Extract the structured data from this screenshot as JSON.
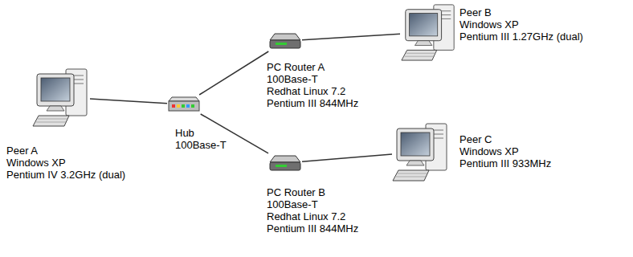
{
  "diagram": {
    "nodes": [
      {
        "text": [
          "Peer A",
          "Windows XP",
          "Pentium IV 3.2GHz (dual)"
        ]
      },
      {
        "text": [
          "Hub",
          "100Base-T"
        ]
      },
      {
        "text": [
          "PC Router A",
          "100Base-T",
          "Redhat Linux 7.2",
          "Pentium III 844MHz"
        ]
      },
      {
        "text": [
          "Peer B",
          "Windows XP",
          "Pentium III 1.27GHz (dual)"
        ]
      },
      {
        "text": [
          "PC Router B",
          "100Base-T",
          "Redhat Linux 7.2",
          "Pentium III 844MHz"
        ]
      },
      {
        "text": [
          "Peer C",
          "Windows XP",
          "Pentium III 933MHz"
        ]
      }
    ],
    "edges": [
      {
        "from": 0,
        "to": 1,
        "arrow": "none"
      },
      {
        "from": 1,
        "to": 2,
        "arrow": "none"
      },
      {
        "from": 2,
        "to": 3,
        "arrow": "none"
      },
      {
        "from": 1,
        "to": 4,
        "arrow": "none"
      },
      {
        "from": 4,
        "to": 5,
        "arrow": "none"
      }
    ]
  }
}
